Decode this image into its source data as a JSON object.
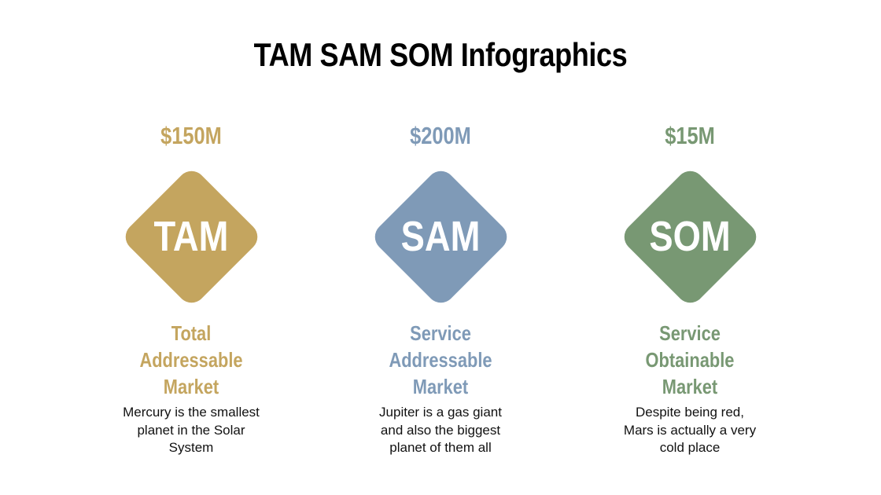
{
  "title": "TAM SAM SOM Infographics",
  "colors": {
    "tam": "#C4A55F",
    "sam": "#7F9AB7",
    "som": "#789873"
  },
  "columns": [
    {
      "key": "tam",
      "value": "$150M",
      "acronym": "TAM",
      "title_lines": [
        "Total",
        "Addressable",
        "Market"
      ],
      "description_lines": [
        "Mercury is the smallest",
        "planet in the Solar",
        "System"
      ]
    },
    {
      "key": "sam",
      "value": "$200M",
      "acronym": "SAM",
      "title_lines": [
        "Service",
        "Addressable",
        "Market"
      ],
      "description_lines": [
        "Jupiter is a gas giant",
        "and also the biggest",
        "planet of them all"
      ]
    },
    {
      "key": "som",
      "value": "$15M",
      "acronym": "SOM",
      "title_lines": [
        "Service",
        "Obtainable",
        "Market"
      ],
      "description_lines": [
        "Despite being red,",
        "Mars is actually a very",
        "cold place"
      ]
    }
  ]
}
